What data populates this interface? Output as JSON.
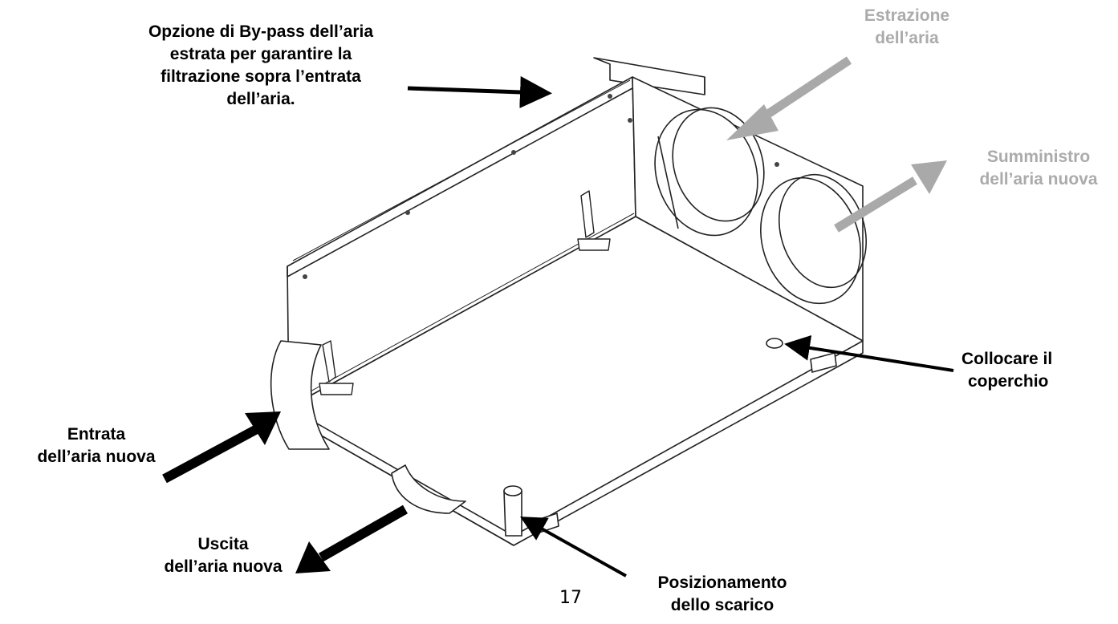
{
  "labels": {
    "bypass": [
      "Opzione di By-pass dell’aria",
      "estrata per garantire la",
      "filtrazione sopra l’entrata",
      "dell’aria."
    ],
    "extraction": [
      "Estrazione",
      "dell’aria"
    ],
    "supply": [
      "Sumministro",
      "dell’aria nuova"
    ],
    "cover": [
      "Collocare il",
      "coperchio"
    ],
    "inlet": [
      "Entrata",
      "dell’aria nuova"
    ],
    "outlet": [
      "Uscita",
      "dell’aria nuova"
    ],
    "drain": [
      "Posizionamento",
      "dello scarico"
    ]
  },
  "page_number": "17",
  "colors": {
    "text": "#000000",
    "grey_text": "#ababab",
    "grey_arrow": "#a9a9a9",
    "black_arrow": "#000000"
  }
}
